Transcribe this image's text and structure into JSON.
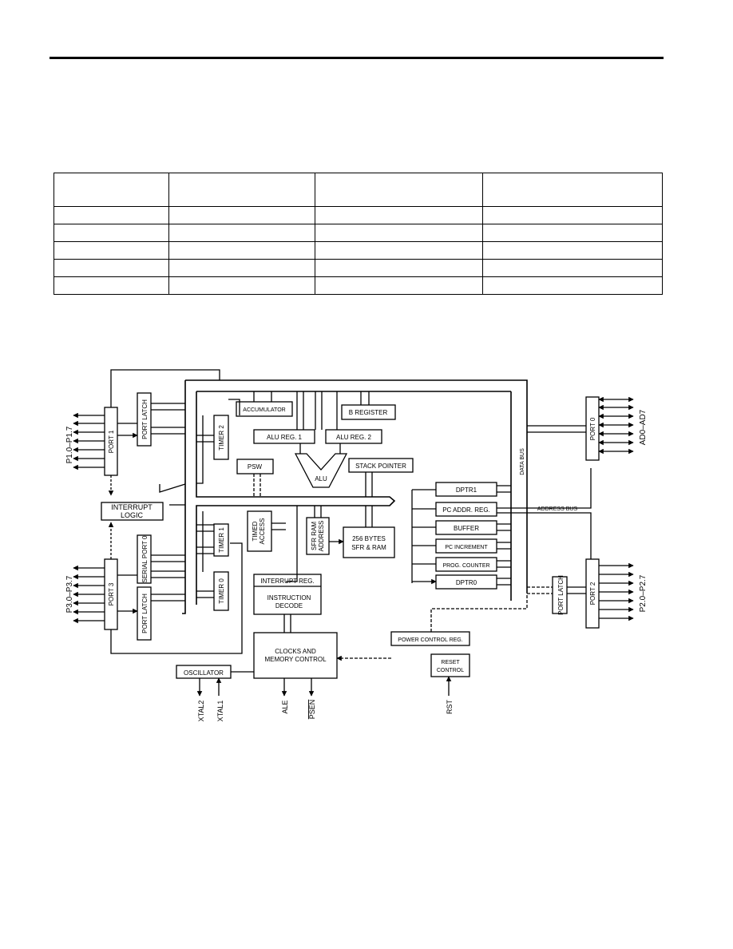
{
  "diagram": {
    "ports": {
      "port1": "PORT 1",
      "port3": "PORT 3",
      "port0": "PORT 0",
      "port2": "PORT 2",
      "p1_pins": "P1.0–P1.7",
      "p3_pins": "P3.0–P3.7",
      "p0_pins": "AD0–AD7",
      "p2_pins": "P2.0–P2.7"
    },
    "blocks": {
      "port_latch": "PORT LATCH",
      "interrupt_logic_1": "INTERRUPT",
      "interrupt_logic_2": "LOGIC",
      "serial_port": "SERIAL PORT 0",
      "timer2": "TIMER 2",
      "timer1": "TIMER 1",
      "timer0": "TIMER 0",
      "timed_access_1": "TIMED",
      "timed_access_2": "ACCESS",
      "accumulator": "ACCUMULATOR",
      "alu_reg1": "ALU REG. 1",
      "alu_reg2": "ALU REG. 2",
      "b_register": "B REGISTER",
      "psw": "PSW",
      "alu": "ALU",
      "stack_pointer": "STACK POINTER",
      "sfr_ram_address_1": "SFR RAM",
      "sfr_ram_address_2": "ADDRESS",
      "ram_1": "256 BYTES",
      "ram_2": "SFR & RAM",
      "interrupt_reg": "INTERRUPT REG.",
      "instruction_decode_1": "INSTRUCTION",
      "instruction_decode_2": "DECODE",
      "clocks_1": "CLOCKS AND",
      "clocks_2": "MEMORY CONTROL",
      "oscillator": "OSCILLATOR",
      "power_control": "POWER CONTROL REG.",
      "reset_control_1": "RESET",
      "reset_control_2": "CONTROL",
      "dptr1": "DPTR1",
      "pc_addr_reg": "PC ADDR. REG.",
      "buffer": "BUFFER",
      "pc_increment": "PC INCREMENT",
      "prog_counter": "PROG. COUNTER",
      "dptr0": "DPTR0"
    },
    "buses": {
      "data_bus": "DATA BUS",
      "address_bus": "ADDRESS BUS"
    },
    "signals": {
      "xtal2": "XTAL2",
      "xtal1": "XTAL1",
      "ale": "ALE",
      "psen": "PSEN",
      "rst": "RST"
    }
  }
}
